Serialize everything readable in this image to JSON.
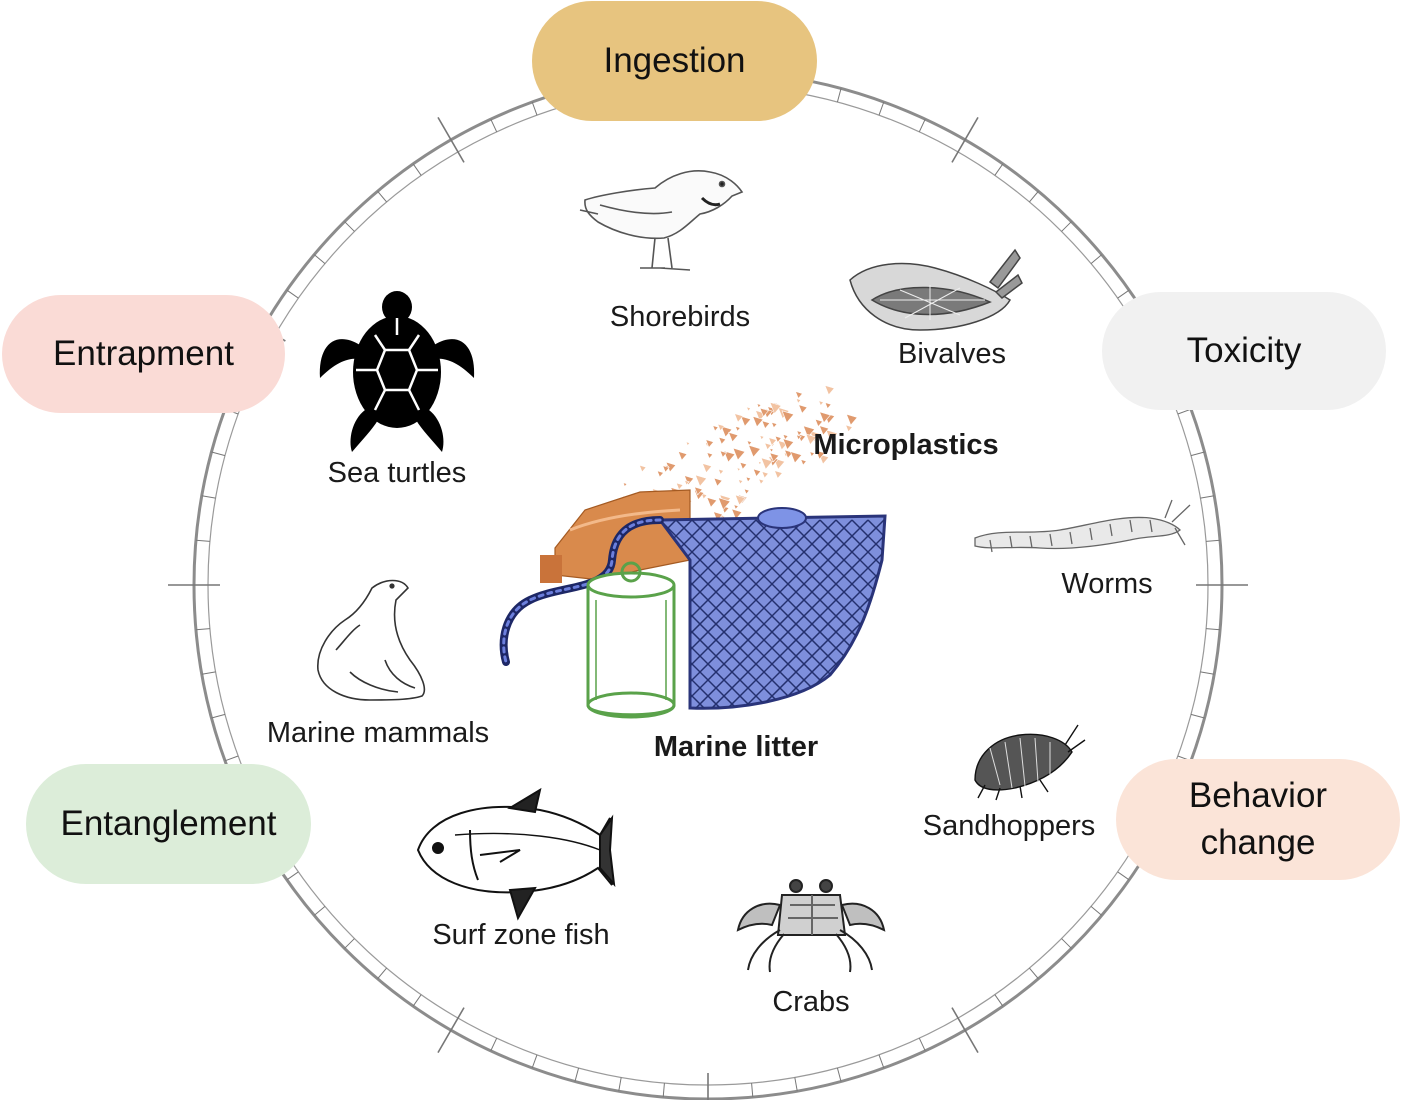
{
  "effects": {
    "ingestion": {
      "label": "Ingestion",
      "color": "#e7c47f"
    },
    "toxicity": {
      "label": "Toxicity",
      "color": "#f1f1f1"
    },
    "entrapment": {
      "label": "Entrapment",
      "color": "#fadbd6"
    },
    "entanglement": {
      "label": "Entanglement",
      "color": "#dcedd9"
    },
    "behavior_change": {
      "line1": "Behavior",
      "line2": "change",
      "color": "#fbe4d8"
    }
  },
  "organisms": {
    "shorebirds": "Shorebirds",
    "bivalves": "Bivalves",
    "sea_turtles": "Sea turtles",
    "worms": "Worms",
    "marine_mammals": "Marine mammals",
    "sandhoppers": "Sandhoppers",
    "surf_zone_fish": "Surf zone fish",
    "crabs": "Crabs"
  },
  "center": {
    "microplastics": "Microplastics",
    "marine_litter": "Marine litter"
  },
  "colors": {
    "ring": "#8c8c8c",
    "net": "#6d80d6",
    "can": "#5aa24a",
    "bottle": "#d9884a",
    "fragments": "#e09a6e"
  }
}
